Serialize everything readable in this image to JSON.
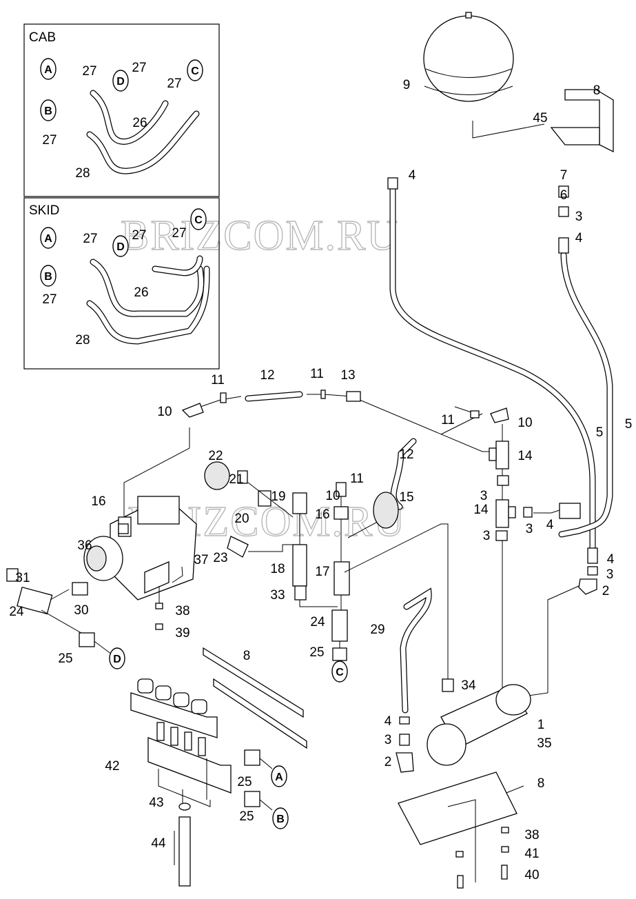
{
  "watermark": "BRIZCOM.RU",
  "cab_panel": {
    "title": "CAB",
    "callouts": [
      "27",
      "27",
      "27",
      "27",
      "26",
      "28"
    ],
    "connectors": [
      "A",
      "D",
      "C",
      "B"
    ]
  },
  "skid_panel": {
    "title": "SKID",
    "callouts": [
      "27",
      "27",
      "27",
      "27",
      "26",
      "28"
    ],
    "connectors": [
      "A",
      "D",
      "C",
      "B"
    ]
  },
  "main": {
    "callouts": [
      "9",
      "8",
      "45",
      "4",
      "7",
      "6",
      "3",
      "4",
      "5",
      "5",
      "12",
      "11",
      "11",
      "13",
      "10",
      "11",
      "10",
      "14",
      "12",
      "22",
      "21",
      "11",
      "19",
      "10",
      "15",
      "3",
      "14",
      "3",
      "4",
      "16",
      "20",
      "16",
      "36",
      "3",
      "4",
      "3",
      "23",
      "37",
      "18",
      "17",
      "2",
      "31",
      "30",
      "24",
      "38",
      "39",
      "33",
      "29",
      "24",
      "25",
      "25",
      "8",
      "34",
      "1",
      "35",
      "4",
      "3",
      "2",
      "42",
      "25",
      "8",
      "43",
      "25",
      "44",
      "38",
      "41",
      "40"
    ],
    "connectors": [
      "D",
      "C",
      "A",
      "B"
    ]
  }
}
